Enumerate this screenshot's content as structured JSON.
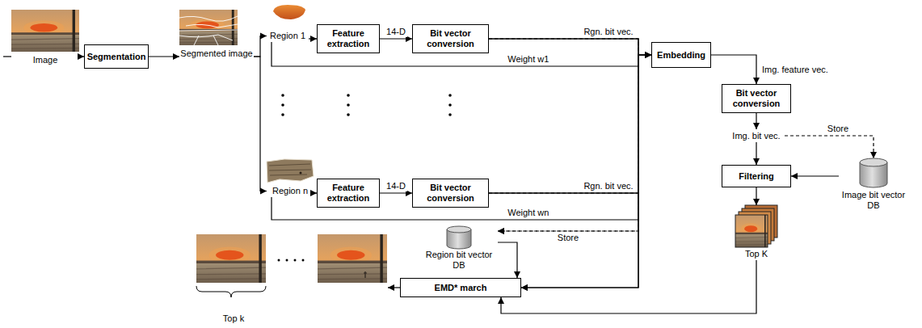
{
  "diagram": {
    "nodes": [
      {
        "text": [
          "Image"
        ]
      },
      {
        "text": [
          "Segmentation"
        ]
      },
      {
        "text": [
          "Segmented image"
        ]
      },
      {
        "text": [
          "Region 1"
        ]
      },
      {
        "text": [
          "Feature extraction"
        ]
      },
      {
        "text": [
          "Bit vector conversion"
        ]
      },
      {
        "text": [
          "Region n"
        ]
      },
      {
        "text": [
          "Feature extraction"
        ]
      },
      {
        "text": [
          "Bit vector conversion"
        ]
      },
      {
        "text": [
          "Embedding"
        ]
      },
      {
        "text": [
          "Bit vector conversion"
        ]
      },
      {
        "text": [
          "Img. bit vec."
        ]
      },
      {
        "text": [
          "Filtering"
        ]
      },
      {
        "text": [
          "Image bit vector DB"
        ]
      },
      {
        "text": [
          "Top K"
        ]
      },
      {
        "text": [
          "Region bit vector DB"
        ]
      },
      {
        "text": [
          "EMD* march"
        ]
      },
      {
        "text": [
          "Top k"
        ]
      }
    ],
    "edges": [
      {
        "from": 0,
        "to": 1,
        "arrow": "to"
      },
      {
        "from": 1,
        "to": 2,
        "arrow": "to"
      },
      {
        "from": 2,
        "to": 3,
        "arrow": "to"
      },
      {
        "from": 2,
        "to": 6,
        "arrow": "to"
      },
      {
        "from": 3,
        "to": 4,
        "arrow": "to"
      },
      {
        "from": 4,
        "to": 5,
        "label": "14-D",
        "arrow": "to"
      },
      {
        "from": 5,
        "to": 9,
        "label": "Rgn. bit vec.",
        "arrow": "to"
      },
      {
        "from": 3,
        "to": 9,
        "label": "Weight w1",
        "arrow": "to"
      },
      {
        "from": 6,
        "to": 7,
        "arrow": "to"
      },
      {
        "from": 7,
        "to": 8,
        "label": "14-D",
        "arrow": "to"
      },
      {
        "from": 8,
        "to": 9,
        "label": "Rgn. bit vec.",
        "arrow": "to"
      },
      {
        "from": 6,
        "to": 9,
        "label": "Weight wn",
        "arrow": "to"
      },
      {
        "from": 5,
        "to": 15,
        "label": "Store",
        "arrow": "to"
      },
      {
        "from": 8,
        "to": 15,
        "arrow": "to"
      },
      {
        "from": 5,
        "to": 16,
        "arrow": "to"
      },
      {
        "from": 8,
        "to": 16,
        "arrow": "to"
      },
      {
        "from": 15,
        "to": 16,
        "arrow": "to"
      },
      {
        "from": 9,
        "to": 10,
        "label": "Img. feature vec.",
        "arrow": "to"
      },
      {
        "from": 10,
        "to": 11,
        "arrow": "to"
      },
      {
        "from": 11,
        "to": 12,
        "arrow": "to"
      },
      {
        "from": 11,
        "to": 13,
        "label": "Store",
        "arrow": "to"
      },
      {
        "from": 13,
        "to": 12,
        "arrow": "to"
      },
      {
        "from": 12,
        "to": 14,
        "arrow": "to"
      },
      {
        "from": 14,
        "to": 16,
        "arrow": "to"
      },
      {
        "from": 16,
        "to": 17,
        "arrow": "to"
      }
    ]
  }
}
